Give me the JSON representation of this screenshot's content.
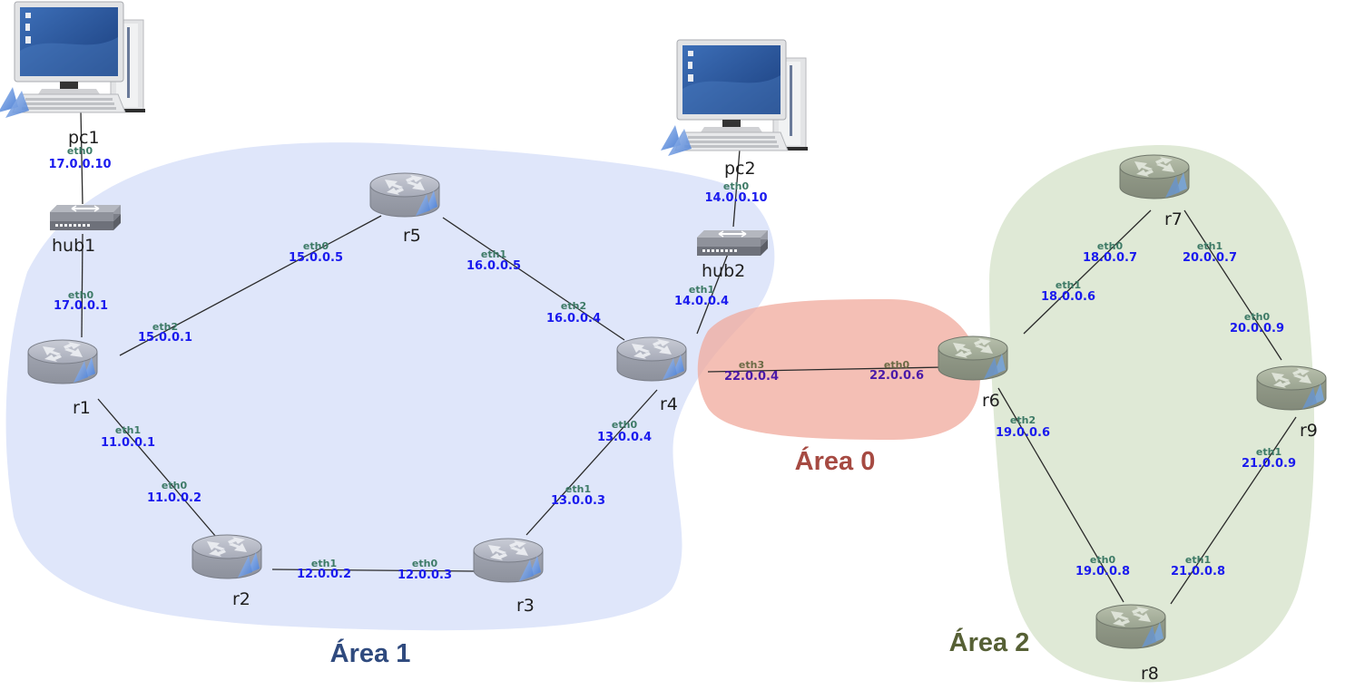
{
  "diagram": {
    "areas": [
      {
        "id": "area1",
        "label": "Área 1",
        "color": "#dfe6fa",
        "text_color": "#2f4a7e"
      },
      {
        "id": "area0",
        "label": "Área 0",
        "color": "#f0aa9c",
        "text_color": "#a64a42"
      },
      {
        "id": "area2",
        "label": "Área 2",
        "color": "#dfe9d6",
        "text_color": "#566035"
      }
    ],
    "nodes": [
      {
        "id": "pc1",
        "type": "pc",
        "label": "pc1"
      },
      {
        "id": "pc2",
        "type": "pc",
        "label": "pc2"
      },
      {
        "id": "hub1",
        "type": "hub",
        "label": "hub1"
      },
      {
        "id": "hub2",
        "type": "hub",
        "label": "hub2"
      },
      {
        "id": "r1",
        "type": "router",
        "label": "r1",
        "area": "area1"
      },
      {
        "id": "r2",
        "type": "router",
        "label": "r2",
        "area": "area1"
      },
      {
        "id": "r3",
        "type": "router",
        "label": "r3",
        "area": "area1"
      },
      {
        "id": "r4",
        "type": "router",
        "label": "r4",
        "area": "area1"
      },
      {
        "id": "r5",
        "type": "router",
        "label": "r5",
        "area": "area1"
      },
      {
        "id": "r6",
        "type": "router",
        "label": "r6",
        "area": "area2"
      },
      {
        "id": "r7",
        "type": "router",
        "label": "r7",
        "area": "area2"
      },
      {
        "id": "r8",
        "type": "router",
        "label": "r8",
        "area": "area2"
      },
      {
        "id": "r9",
        "type": "router",
        "label": "r9",
        "area": "area2"
      }
    ],
    "interfaces": [
      {
        "id": "pc1-eth0",
        "name": "eth0",
        "ip": "17.0.0.10"
      },
      {
        "id": "r1-eth0",
        "name": "eth0",
        "ip": "17.0.0.1"
      },
      {
        "id": "r1-eth2",
        "name": "eth2",
        "ip": "15.0.0.1"
      },
      {
        "id": "r1-eth1",
        "name": "eth1",
        "ip": "11.0.0.1"
      },
      {
        "id": "r2-eth0",
        "name": "eth0",
        "ip": "11.0.0.2"
      },
      {
        "id": "r2-eth1",
        "name": "eth1",
        "ip": "12.0.0.2"
      },
      {
        "id": "r3-eth0",
        "name": "eth0",
        "ip": "12.0.0.3"
      },
      {
        "id": "r3-eth1",
        "name": "eth1",
        "ip": "13.0.0.3"
      },
      {
        "id": "r4-eth0",
        "name": "eth0",
        "ip": "13.0.0.4"
      },
      {
        "id": "r4-eth2",
        "name": "eth2",
        "ip": "16.0.0.4"
      },
      {
        "id": "r4-eth1",
        "name": "eth1",
        "ip": "14.0.0.4"
      },
      {
        "id": "r4-eth3",
        "name": "eth3",
        "ip": "22.0.0.4"
      },
      {
        "id": "r5-eth0",
        "name": "eth0",
        "ip": "15.0.0.5"
      },
      {
        "id": "r5-eth1",
        "name": "eth1",
        "ip": "16.0.0.5"
      },
      {
        "id": "pc2-eth0",
        "name": "eth0",
        "ip": "14.0.0.10"
      },
      {
        "id": "r6-eth0",
        "name": "eth0",
        "ip": "22.0.0.6"
      },
      {
        "id": "r6-eth1",
        "name": "eth1",
        "ip": "18.0.0.6"
      },
      {
        "id": "r6-eth2",
        "name": "eth2",
        "ip": "19.0.0.6"
      },
      {
        "id": "r7-eth0",
        "name": "eth0",
        "ip": "18.0.0.7"
      },
      {
        "id": "r7-eth1",
        "name": "eth1",
        "ip": "20.0.0.7"
      },
      {
        "id": "r9-eth0",
        "name": "eth0",
        "ip": "20.0.0.9"
      },
      {
        "id": "r9-eth1",
        "name": "eth1",
        "ip": "21.0.0.9"
      },
      {
        "id": "r8-eth0",
        "name": "eth0",
        "ip": "19.0.0.8"
      },
      {
        "id": "r8-eth1",
        "name": "eth1",
        "ip": "21.0.0.8"
      }
    ],
    "links": [
      {
        "from": "pc1",
        "to": "hub1"
      },
      {
        "from": "hub1",
        "to": "r1"
      },
      {
        "from": "r1",
        "to": "r5"
      },
      {
        "from": "r1",
        "to": "r2"
      },
      {
        "from": "r2",
        "to": "r3"
      },
      {
        "from": "r3",
        "to": "r4"
      },
      {
        "from": "r5",
        "to": "r4"
      },
      {
        "from": "pc2",
        "to": "hub2"
      },
      {
        "from": "hub2",
        "to": "r4"
      },
      {
        "from": "r4",
        "to": "r6"
      },
      {
        "from": "r6",
        "to": "r7"
      },
      {
        "from": "r7",
        "to": "r9"
      },
      {
        "from": "r6",
        "to": "r8"
      },
      {
        "from": "r9",
        "to": "r8"
      }
    ]
  }
}
